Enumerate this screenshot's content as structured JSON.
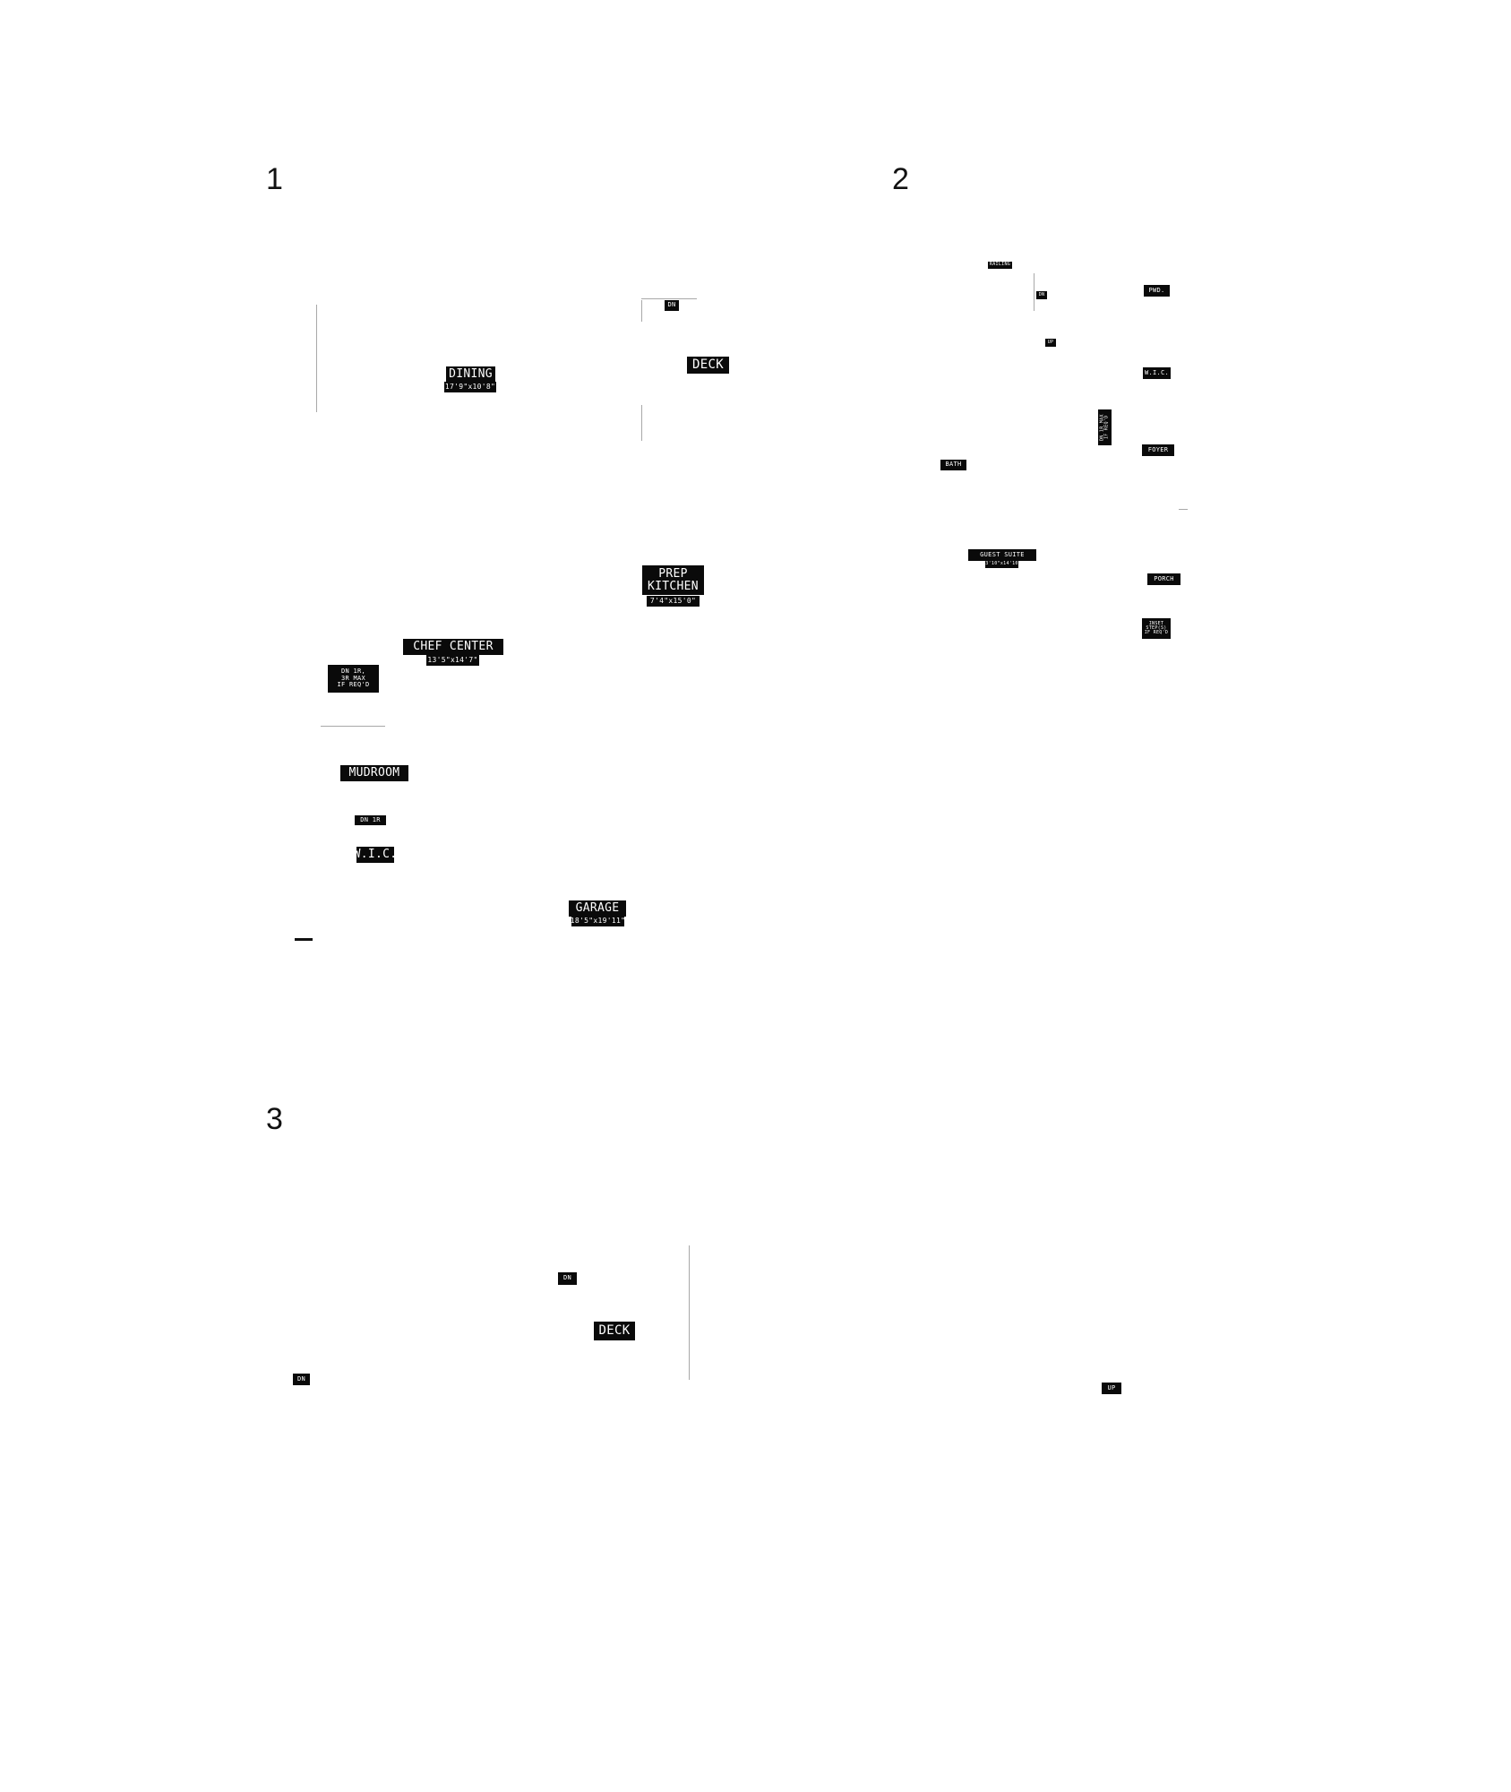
{
  "plans": [
    {
      "id": "plan-1",
      "number": "1"
    },
    {
      "id": "plan-2",
      "number": "2"
    },
    {
      "id": "plan-3",
      "number": "3"
    }
  ],
  "plan1": {
    "dn_top": "DN",
    "deck": "DECK",
    "dining": "DINING",
    "dining_dim": "17'9\"x10'8\"",
    "prep_kitchen": "PREP\nKITCHEN",
    "prep_kitchen_dim": "7'4\"x15'0\"",
    "chef_center": "CHEF CENTER",
    "chef_center_dim": "13'5\"x14'7\"",
    "dn_note": "DN 1R,\n3R MAX\nIF REQ'D",
    "mudroom": "MUDROOM",
    "dn_1r": "DN 1R",
    "wic": "W.I.C.",
    "garage": "GARAGE",
    "garage_dim": "18'5\"x19'11\""
  },
  "plan2": {
    "railing": "RAILING",
    "dn": "DN",
    "up": "UP",
    "pwd": "PWD.",
    "wic": "W.I.C.",
    "dn_vert": "DN 1R MAX\nIF REQ'D",
    "foyer": "FOYER",
    "bath": "BATH",
    "guest_suite": "GUEST SUITE",
    "guest_suite_dim": "13'10\"x14'10\"",
    "porch": "PORCH",
    "inset_steps": "INSET\nSTEP(S)\nIF REQ'D"
  },
  "plan3": {
    "dn_top": "DN",
    "deck": "DECK",
    "dn_left": "DN",
    "up": "UP"
  }
}
